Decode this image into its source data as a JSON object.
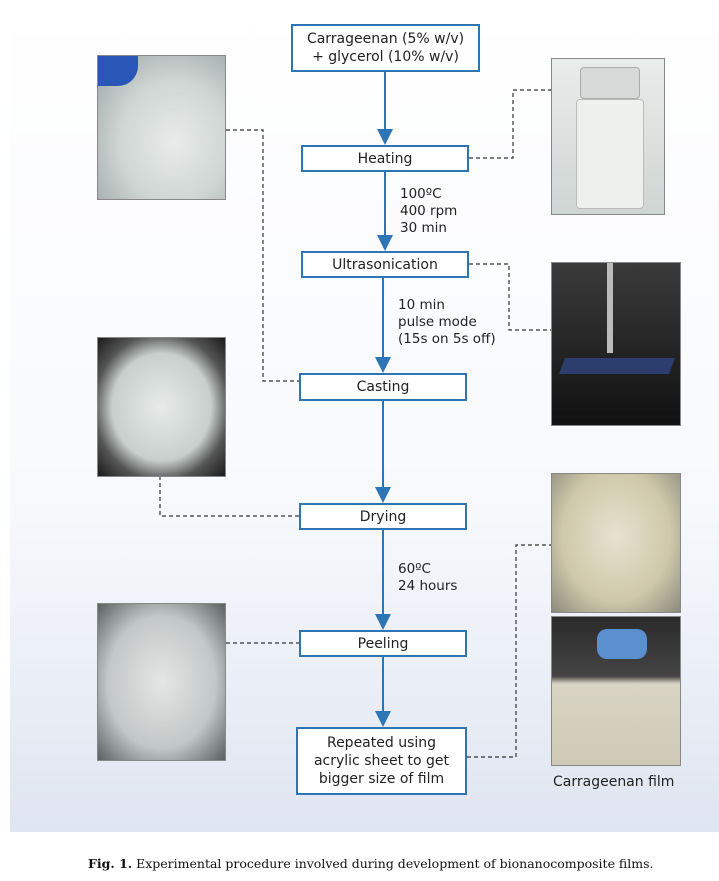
{
  "steps": {
    "start": [
      "Carrageenan (5% w/v)",
      "+ glycerol (10% w/v)"
    ],
    "heating": "Heating",
    "ultrasonication": "Ultrasonication",
    "casting": "Casting",
    "drying": "Drying",
    "peeling": "Peeling",
    "repeated": [
      "Repeated using",
      "acrylic sheet to get",
      "bigger size of film"
    ]
  },
  "conditions": {
    "heating": [
      "100ºC",
      "400 rpm",
      "30 min"
    ],
    "ultrasonication": [
      "10 min",
      "pulse mode",
      "(15s on 5s off)"
    ],
    "drying": [
      "60ºC",
      "24 hours"
    ]
  },
  "photo_label": "Carrageenan film",
  "caption": {
    "prefix": "Fig. 1.",
    "text": " Experimental procedure involved during development of bionanocomposite films."
  },
  "colors": {
    "box_border": "#2e75b6",
    "arrow": "#2e75b6"
  }
}
